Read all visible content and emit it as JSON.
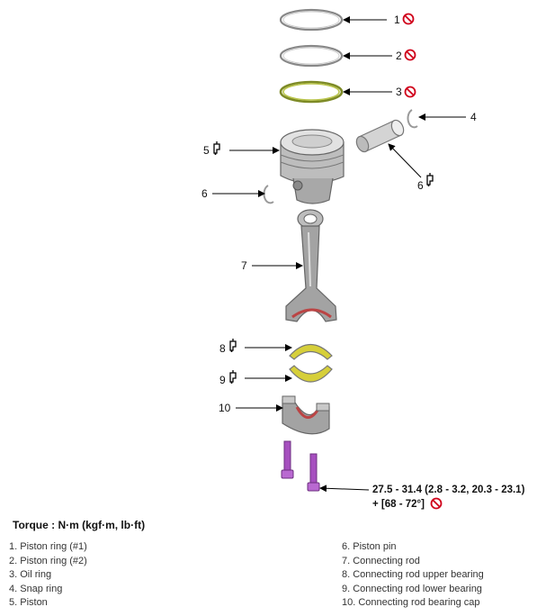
{
  "callouts": {
    "c1": "1",
    "c2": "2",
    "c3": "3",
    "c4": "4",
    "c5": "5",
    "c6a": "6",
    "c6b": "6",
    "c7": "7",
    "c8": "8",
    "c9": "9",
    "c10": "10"
  },
  "spec": {
    "line1": "27.5 - 31.4 (2.8 - 3.2, 20.3 - 23.1)",
    "line2": "+ [68 - 72°]"
  },
  "torque_title": "Torque : N·m (kgf·m, lb·ft)",
  "legend": {
    "left": [
      "1. Piston ring (#1)",
      "2. Piston ring (#2)",
      "3. Oil ring",
      "4. Snap ring",
      "5. Piston"
    ],
    "right": [
      "6. Piston pin",
      "7. Connecting rod",
      "8. Connecting rod upper bearing",
      "9. Connecting rod lower bearing",
      "10. Connecting rod bearing cap"
    ]
  },
  "colors": {
    "no_reuse": "#d0021b",
    "oil_ring": "#b9c44a",
    "bearing": "#d6cf3a",
    "bolt": "#a64fbf",
    "rod_fill": "#9e9e9e",
    "rod_red": "#b44"
  },
  "icons": [
    "no-reuse-icon",
    "oil-can-icon"
  ]
}
